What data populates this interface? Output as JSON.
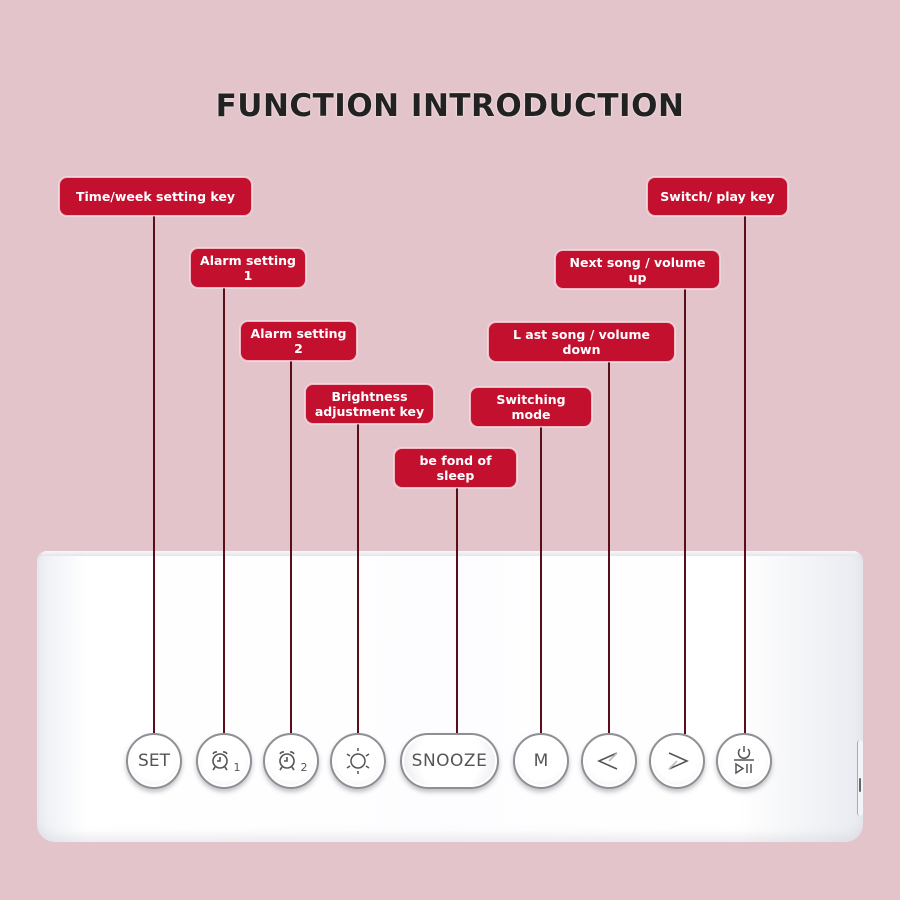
{
  "title": "FUNCTION INTRODUCTION",
  "colors": {
    "background": "#e4c4cb",
    "label_fill": "#c3102f",
    "label_text": "#ffffff",
    "leader_line": "#5a0e1a",
    "device_body": "#ffffff"
  },
  "labels": [
    {
      "id": "set",
      "text": "Time/week setting key"
    },
    {
      "id": "alarm1",
      "text": "Alarm setting 1"
    },
    {
      "id": "alarm2",
      "text": "Alarm setting 2"
    },
    {
      "id": "brightness",
      "text": "Brightness adjustment key"
    },
    {
      "id": "snooze",
      "text": "be fond of sleep"
    },
    {
      "id": "mode",
      "text": "Switching mode"
    },
    {
      "id": "prev",
      "text": "L ast song / volume down"
    },
    {
      "id": "next",
      "text": "Next song / volume up"
    },
    {
      "id": "power",
      "text": "Switch/ play key"
    }
  ],
  "buttons": [
    {
      "id": "set",
      "text": "SET",
      "icon": "text"
    },
    {
      "id": "alarm1",
      "text": "1",
      "icon": "alarm-clock-icon"
    },
    {
      "id": "alarm2",
      "text": "2",
      "icon": "alarm-clock-icon"
    },
    {
      "id": "brightness",
      "text": "",
      "icon": "sun-icon"
    },
    {
      "id": "snooze",
      "text": "SNOOZE",
      "icon": "text"
    },
    {
      "id": "mode",
      "text": "M",
      "icon": "text"
    },
    {
      "id": "prev",
      "text": "",
      "icon": "chevron-left-icon"
    },
    {
      "id": "next",
      "text": "",
      "icon": "chevron-right-icon"
    },
    {
      "id": "power",
      "text": "",
      "icon": "power-play-pause-icon"
    }
  ]
}
